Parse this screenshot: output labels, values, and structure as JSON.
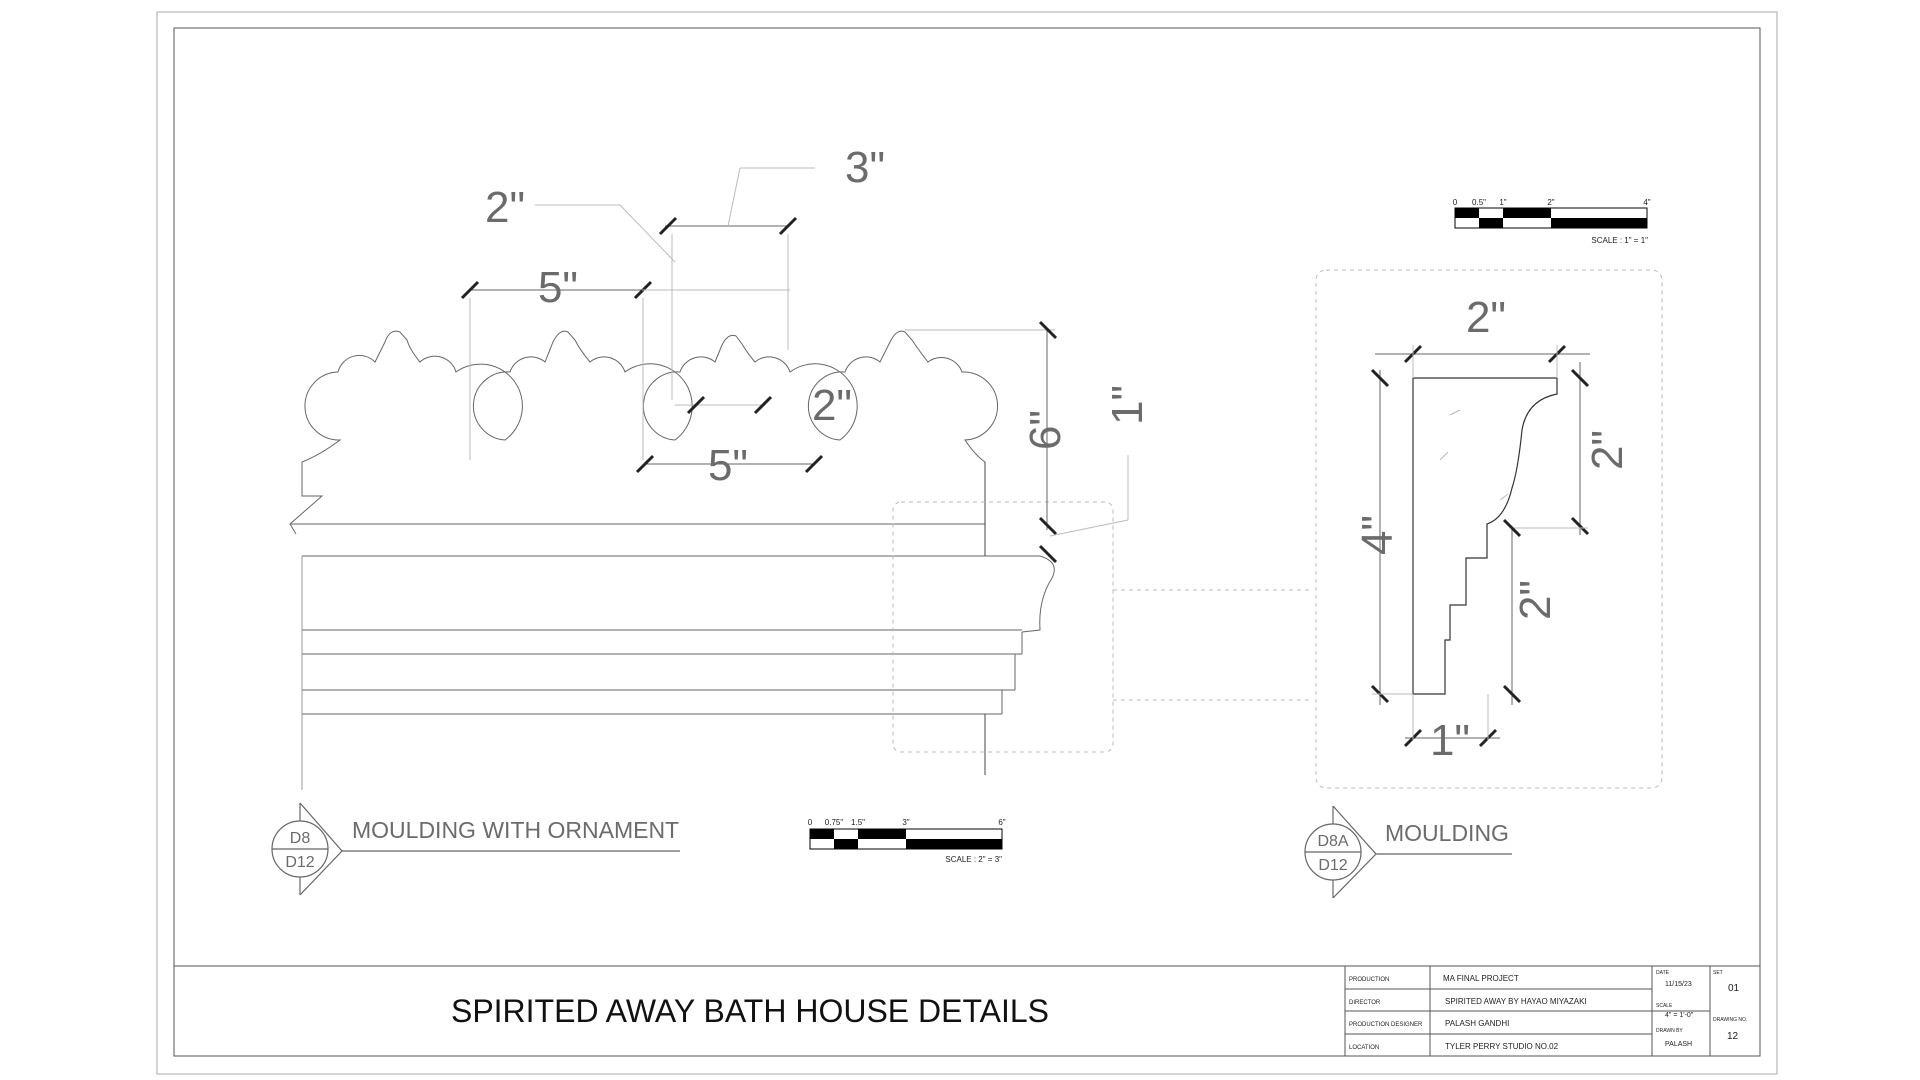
{
  "sheet_title": "SPIRITED AWAY BATH HOUSE DETAILS",
  "details": {
    "ornament": {
      "tag_top": "D8",
      "tag_bottom": "D12",
      "title": "MOULDING WITH ORNAMENT",
      "dims": {
        "arch_width_a": "5\"",
        "arch_width_b": "5\"",
        "top_offset": "2\"",
        "box_height": "3\"",
        "lobe_width": "2\"",
        "ornament_height": "6\"",
        "cap_height": "1\""
      },
      "scale_bar": {
        "ticks": [
          "0",
          "0.75\"",
          "1.5\"",
          "3\"",
          "6\""
        ],
        "caption": "SCALE : 2\" = 3\""
      }
    },
    "moulding": {
      "tag_top": "D8A",
      "tag_bottom": "D12",
      "title": "MOULDING",
      "dims": {
        "top_width": "2\"",
        "total_height": "4\"",
        "cove_height": "2\"",
        "step_height": "2\"",
        "base_width": "1\""
      },
      "scale_bar": {
        "ticks": [
          "0",
          "0.5\"",
          "1\"",
          "2\"",
          "4\""
        ],
        "caption": "SCALE : 1\" = 1\""
      }
    }
  },
  "title_block": {
    "production_label": "PRODUCTION",
    "production": "MA FINAL PROJECT",
    "director_label": "DIRECTOR",
    "director": "SPIRITED AWAY BY HAYAO MIYAZAKI",
    "designer_label": "PRODUCTION DESIGNER",
    "designer": "PALASH GANDHI",
    "location_label": "LOCATION",
    "location": "TYLER PERRY STUDIO NO.02",
    "date_label": "DATE",
    "date": "11/15/23",
    "scale_label": "SCALE",
    "scale": "4\" = 1'-0\"",
    "drawn_by_label": "DRAWN BY",
    "drawn_by": "PALASH",
    "set_label": "SET",
    "set": "01",
    "drawing_no_label": "DRAWING NO.",
    "drawing_no": "12"
  }
}
